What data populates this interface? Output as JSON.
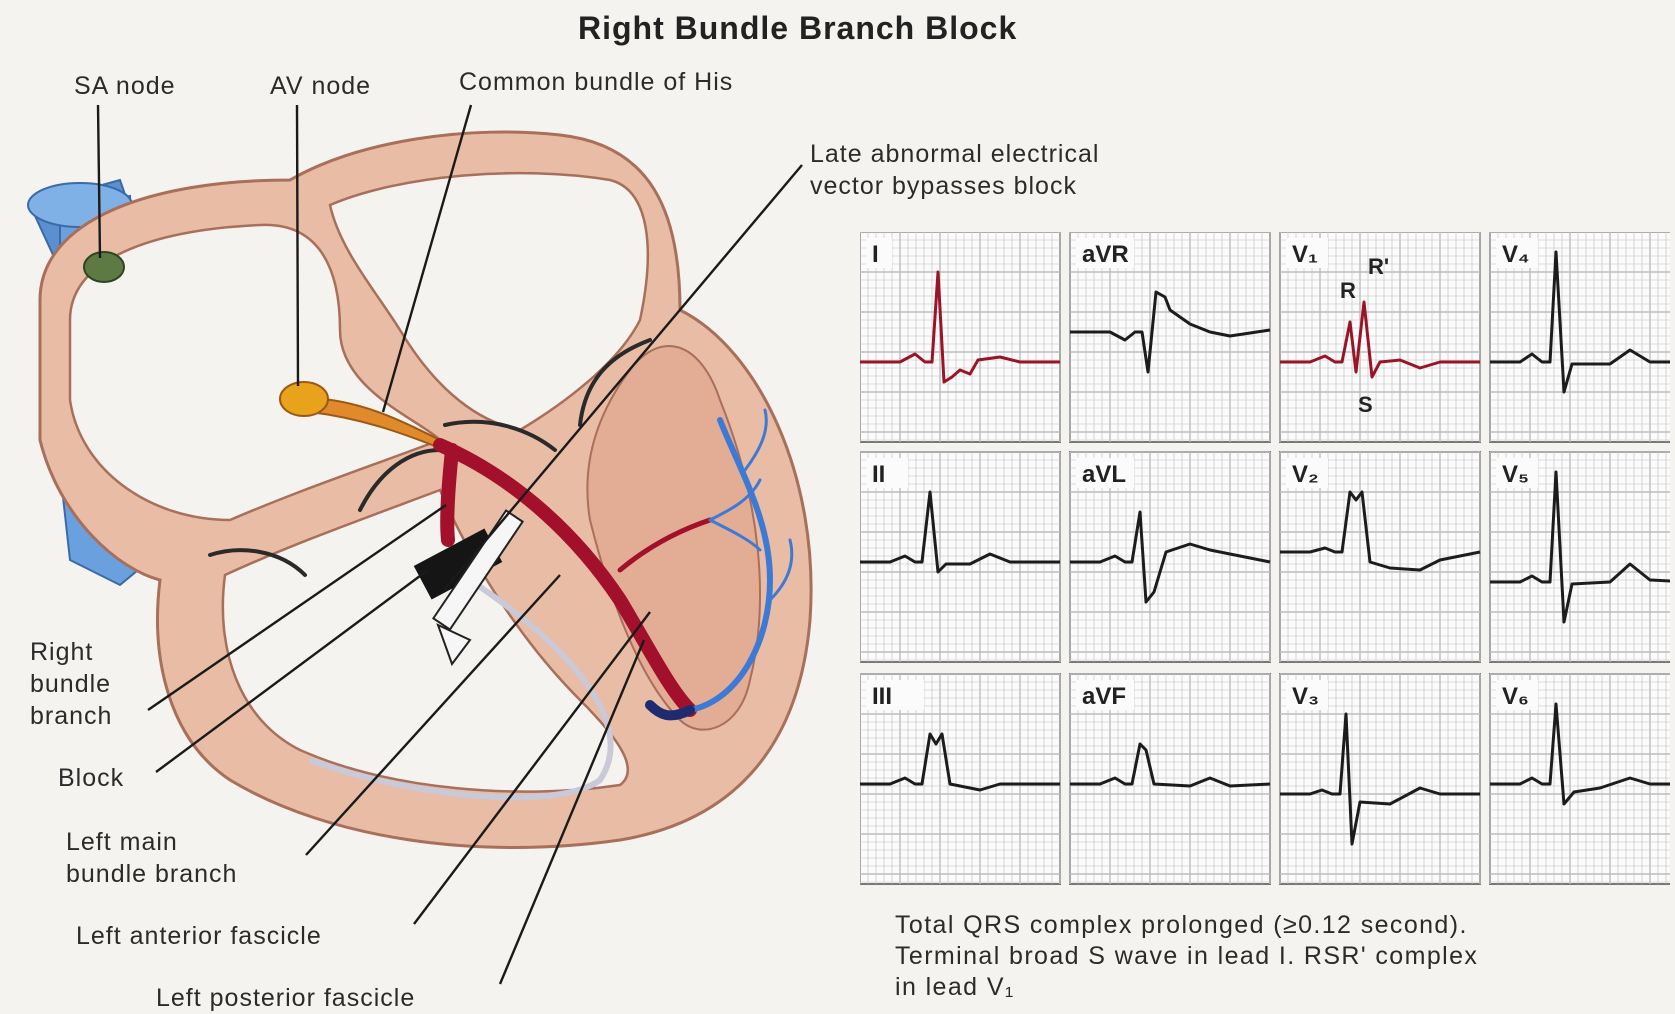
{
  "title": "Right Bundle Branch Block",
  "labels": {
    "sa_node": "SA node",
    "av_node": "AV node",
    "common_bundle": "Common bundle of His",
    "late_vector": "Late abnormal electrical\nvector bypasses block",
    "right_bundle": "Right\nbundle\nbranch",
    "block": "Block",
    "left_main": "Left main\nbundle branch",
    "left_anterior": "Left anterior fascicle",
    "left_posterior": "Left posterior fascicle"
  },
  "ecg": {
    "leads": [
      {
        "name": "I",
        "highlight": true
      },
      {
        "name": "aVR",
        "highlight": false
      },
      {
        "name": "V₁",
        "highlight": true
      },
      {
        "name": "V₄",
        "highlight": false
      },
      {
        "name": "II",
        "highlight": false
      },
      {
        "name": "aVL",
        "highlight": false
      },
      {
        "name": "V₂",
        "highlight": false
      },
      {
        "name": "V₅",
        "highlight": false
      },
      {
        "name": "III",
        "highlight": false
      },
      {
        "name": "aVF",
        "highlight": false
      },
      {
        "name": "V₃",
        "highlight": false
      },
      {
        "name": "V₆",
        "highlight": false
      }
    ],
    "v1_wave_labels": {
      "r": "R",
      "r_prime": "R'",
      "s": "S"
    }
  },
  "caption": "Total QRS complex prolonged (≥0.12 second).\nTerminal broad S wave in lead I. RSR' complex\nin lead V₁",
  "colors": {
    "muscle": "#e7b9a1",
    "muscle_stroke": "#b5816c",
    "bundle_red": "#a3102b",
    "purkinje_blue": "#3d7ad6",
    "vein_blue": "#5a8fd0",
    "av_node": "#e8a21c",
    "sa_node": "#5d7a44",
    "ecg_grid": "#bdbdbd",
    "ecg_trace": "#1c1c1c",
    "ecg_highlight": "#9a1428"
  }
}
